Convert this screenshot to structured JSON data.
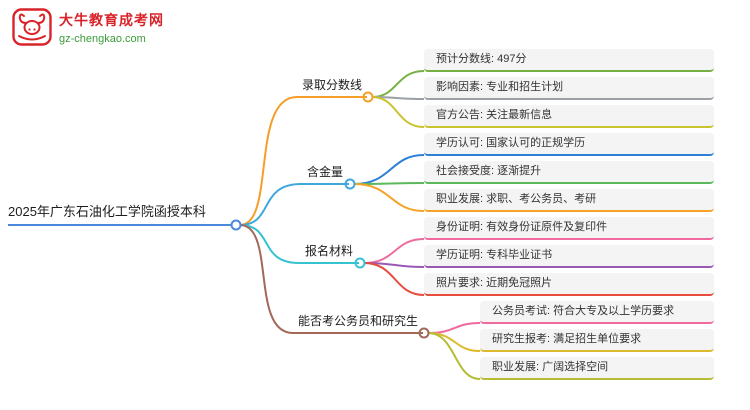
{
  "logo": {
    "title": "大牛教育成考网",
    "domain": "gz-chengkao.com",
    "brand_red": "#d9232a",
    "brand_green": "#3a9d3a"
  },
  "root": {
    "label": "2025年广东石油化工学院函授本科",
    "color": "#4a89dc"
  },
  "branches": [
    {
      "label": "录取分数线",
      "color": "#f59e2a",
      "children": [
        {
          "label": "预计分数线: 497分",
          "color": "#76b043"
        },
        {
          "label": "影响因素: 专业和招生计划",
          "color": "#9aa0a6"
        },
        {
          "label": "官方公告: 关注最新信息",
          "color": "#c9c32e"
        }
      ]
    },
    {
      "label": "含金量",
      "color": "#3fa7dc",
      "children": [
        {
          "label": "学历认可: 国家认可的正规学历",
          "color": "#2e7fd6"
        },
        {
          "label": "社会接受度: 逐渐提升",
          "color": "#5cb85c"
        },
        {
          "label": "职业发展: 求职、考公务员、考研",
          "color": "#f5a329"
        }
      ]
    },
    {
      "label": "报名材料",
      "color": "#35c3cf",
      "children": [
        {
          "label": "身份证明: 有效身份证原件及复印件",
          "color": "#ef6a9e"
        },
        {
          "label": "学历证明: 专科毕业证书",
          "color": "#9b59b6"
        },
        {
          "label": "照片要求: 近期免冠照片",
          "color": "#e74c3c"
        }
      ]
    },
    {
      "label": "能否考公务员和研究生",
      "color": "#a2685a",
      "children": [
        {
          "label": "公务员考试: 符合大专及以上学历要求",
          "color": "#ef6a9e"
        },
        {
          "label": "研究生报考: 满足招生单位要求",
          "color": "#ddb92e"
        },
        {
          "label": "职业发展: 广阔选择空间",
          "color": "#b5bd34"
        }
      ]
    }
  ]
}
